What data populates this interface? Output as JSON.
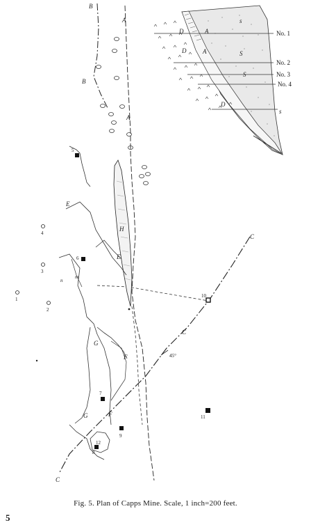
{
  "figure": {
    "caption": "Fig. 5.   Plan of Capps Mine.   Scale, 1 inch=200 feet.",
    "page_number": "5"
  },
  "inset": {
    "levels": [
      "No. 1",
      "No. 2",
      "No. 3",
      "No. 4"
    ],
    "labels": {
      "D_upper": "D",
      "D_mid": "D",
      "D_low": "D",
      "A1": "A",
      "A2": "A",
      "S_upper": "S",
      "S_lower": "S",
      "s": "s",
      "s_low": "s"
    }
  },
  "plan": {
    "line_labels": {
      "A_top": "A",
      "A_mid": "A",
      "B_top": "B",
      "B_mid": "B",
      "C_right": "C",
      "C_mid": "C",
      "C_bottom": "C"
    },
    "area_labels": {
      "E_top": "E",
      "E_mid": "E",
      "F_top": "F",
      "F_low": "F",
      "G_top": "G",
      "G_low": "G",
      "H": "H",
      "m": "m",
      "n": "n"
    },
    "shafts": {
      "s5": "5",
      "s6": "6",
      "s7": "7",
      "s8": "8",
      "s9": "9",
      "s10": "10",
      "s11": "11",
      "s12": "12"
    },
    "borings": {
      "b1": "1",
      "b2": "2",
      "b3": "3",
      "b4": "4"
    },
    "dip": "45°"
  }
}
